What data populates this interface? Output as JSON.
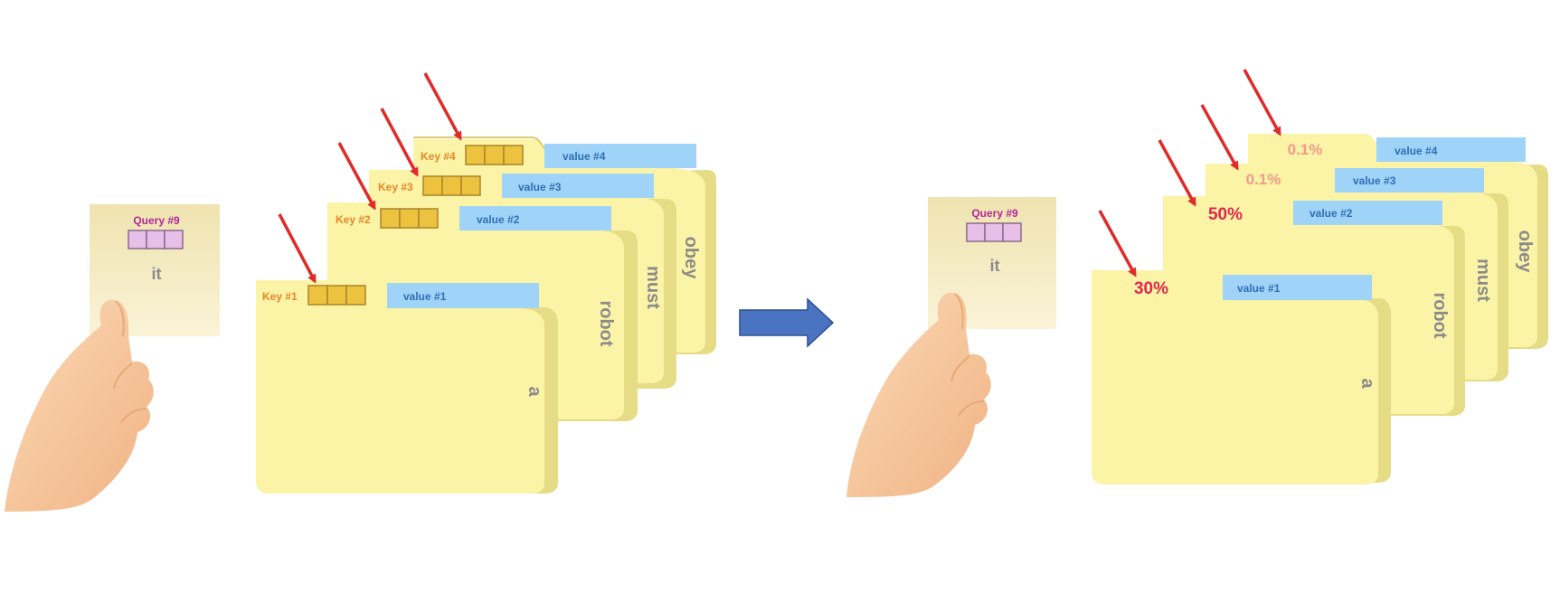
{
  "left_panel": {
    "query_card": {
      "title": "Query #9",
      "word": "it",
      "vector_cells": 3
    },
    "folders": [
      {
        "key_label": "Key #1",
        "value_label": "value #1",
        "word": "a"
      },
      {
        "key_label": "Key #2",
        "value_label": "value #2",
        "word": "robot"
      },
      {
        "key_label": "Key #3",
        "value_label": "value #3",
        "word": "must"
      },
      {
        "key_label": "Key #4",
        "value_label": "value #4",
        "word": "obey"
      }
    ]
  },
  "right_panel": {
    "query_card": {
      "title": "Query #9",
      "word": "it",
      "vector_cells": 3
    },
    "folders": [
      {
        "weight_label": "30%",
        "value_label": "value #1",
        "word": "a"
      },
      {
        "weight_label": "50%",
        "value_label": "value #2",
        "word": "robot"
      },
      {
        "weight_label": "0.1%",
        "value_label": "value #3",
        "word": "must"
      },
      {
        "weight_label": "0.1%",
        "value_label": "value #4",
        "word": "obey"
      }
    ]
  },
  "colors": {
    "folder_fill": "#fbf3a6",
    "folder_side": "#e6dc86",
    "key_label": "#e8862a",
    "key_cell": "#ecc23f",
    "key_cell_border": "#a8862a",
    "value_tab": "#9fd3f7",
    "value_text": "#2f6fb5",
    "query_title": "#b3279a",
    "query_cell": "#e8bfe8",
    "query_card": "#f4e9b8",
    "word_text": "#8b8b8b",
    "pointer_arrow": "#e12a2a",
    "transition_arrow": "#4a74c1",
    "strong_weight": "#e0294d",
    "weak_weight": "#f29a8c",
    "skin": "#f6c79b"
  }
}
